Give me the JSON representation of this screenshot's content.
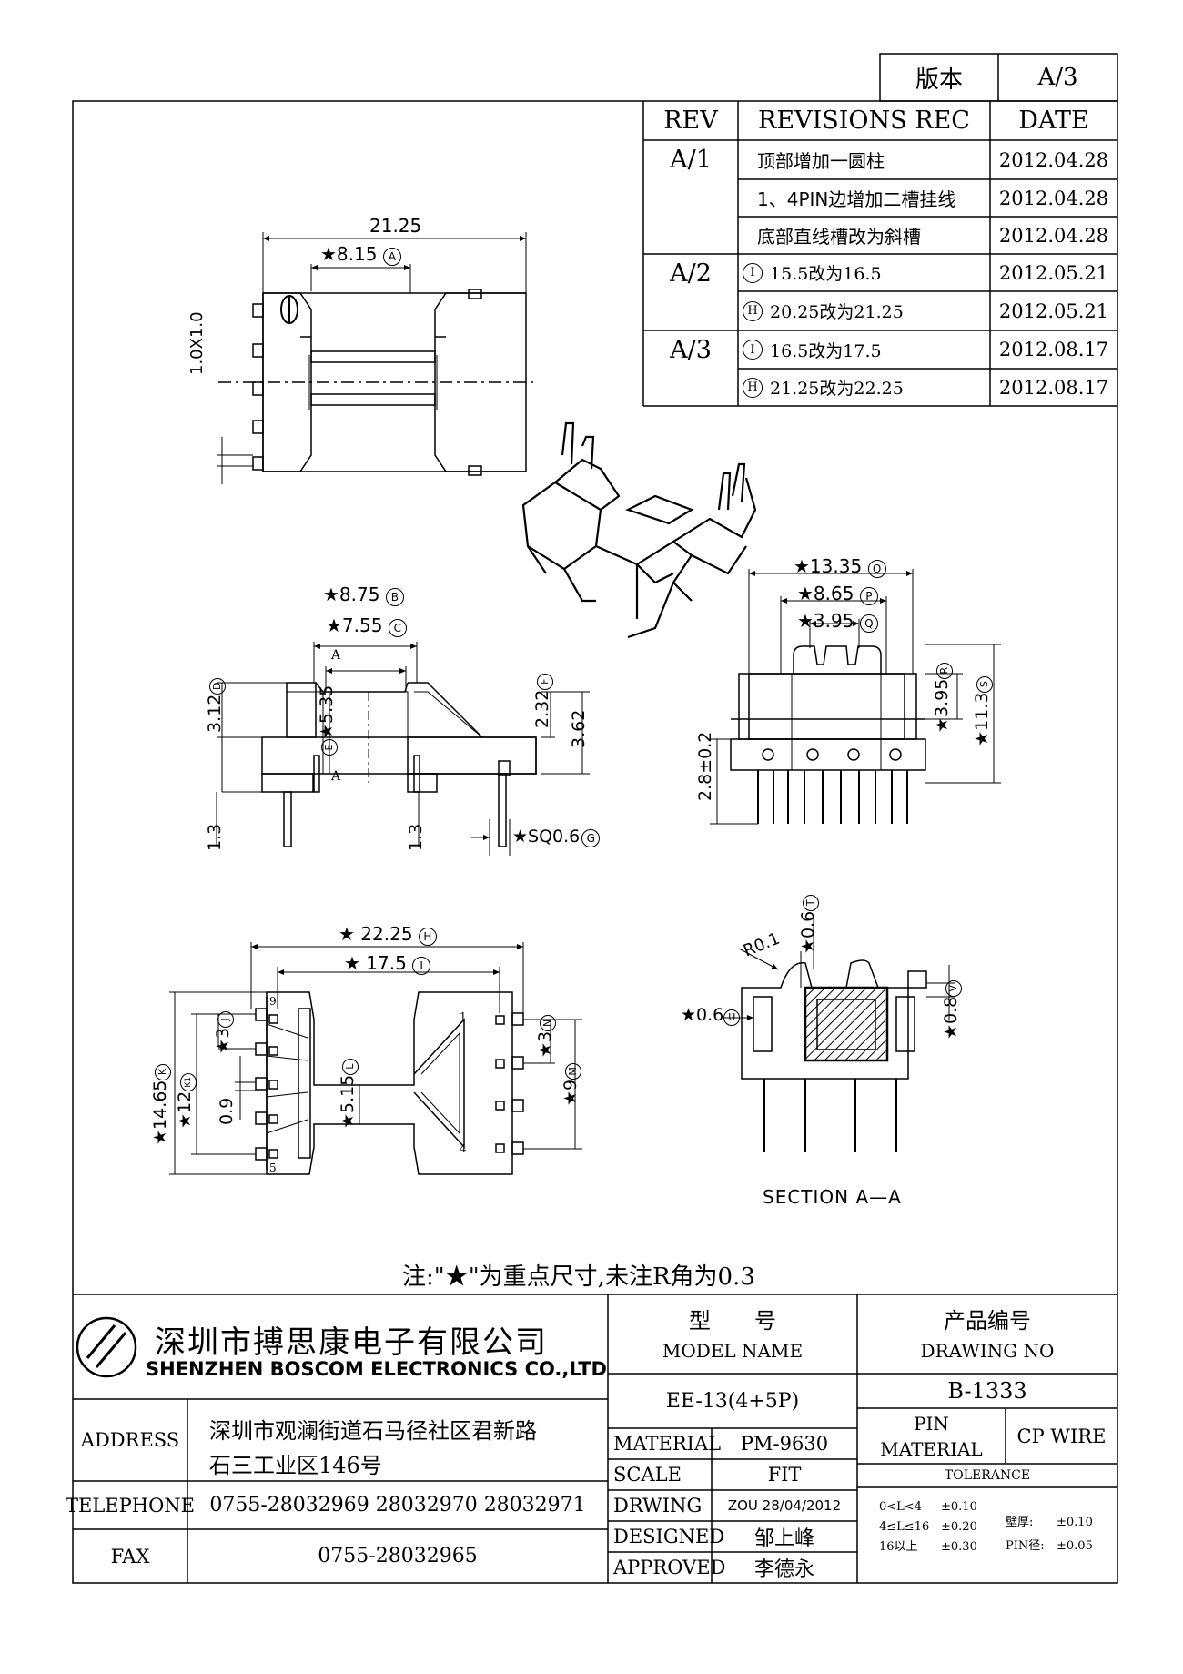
{
  "version_box": {
    "label": "版本",
    "value": "A/3"
  },
  "revisions": {
    "headers": {
      "rev": "REV",
      "rec": "REVISIONS REC",
      "date": "DATE"
    },
    "rows": [
      {
        "rev": "A/1",
        "mark": "",
        "text": "顶部增加一圆柱",
        "date": "2012.04.28"
      },
      {
        "rev": "",
        "mark": "",
        "text": "1、4PIN边增加二槽挂线",
        "date": "2012.04.28"
      },
      {
        "rev": "",
        "mark": "",
        "text": "底部直线槽改为斜槽",
        "date": "2012.04.28"
      },
      {
        "rev": "A/2",
        "mark": "I",
        "text": "15.5改为16.5",
        "date": "2012.05.21"
      },
      {
        "rev": "",
        "mark": "H",
        "text": "20.25改为21.25",
        "date": "2012.05.21"
      },
      {
        "rev": "A/3",
        "mark": "I",
        "text": "16.5改为17.5",
        "date": "2012.08.17"
      },
      {
        "rev": "",
        "mark": "H",
        "text": "21.25改为22.25",
        "date": "2012.08.17"
      }
    ]
  },
  "top_view": {
    "dim_width": "21.25",
    "dim_inner": "★8.15",
    "dim_inner_mark": "A",
    "dim_pitch": "1.0X1.0"
  },
  "front_view": {
    "dim_b": "★8.75",
    "mark_b": "B",
    "dim_c": "★7.55",
    "mark_c": "C",
    "dim_d": "3.12",
    "mark_d": "D",
    "dim_e": "★5.35",
    "mark_e": "E",
    "dim_f": "2.32",
    "mark_f": "F",
    "dim_362": "3.62",
    "dim_13_left": "1.3",
    "dim_13_mid": "1.3",
    "dim_sq": "★SQ0.6",
    "mark_g": "G",
    "section_a_top": "A",
    "section_a_bottom": "A"
  },
  "side_view": {
    "dim_o": "★13.35",
    "mark_o": "O",
    "dim_p": "★8.65",
    "mark_p": "P",
    "dim_q": "★3.95",
    "mark_q": "Q",
    "dim_r": "★3.95",
    "mark_r": "R",
    "dim_s": "★11.3",
    "mark_s": "S",
    "dim_28": "2.8±0.2"
  },
  "bottom_view": {
    "dim_h": "★ 22.25",
    "mark_h": "H",
    "dim_i": "★ 17.5",
    "mark_i": "I",
    "dim_k": "★14.65",
    "mark_k": "K",
    "dim_k1": "★12",
    "mark_k1": "K1",
    "dim_j": "★3",
    "mark_j": "J",
    "dim_09": "0.9",
    "dim_515": "★5.15",
    "mark_l": "L",
    "dim_n": "★3",
    "mark_n": "N",
    "dim_m": "★9",
    "mark_m": "M",
    "pin_9": "9",
    "pin_5": "5",
    "pin_1": "1",
    "pin_4": "4"
  },
  "section_view": {
    "dim_r": "R0.1",
    "dim_t": "★0.6",
    "mark_t": "T",
    "dim_u": "★0.6",
    "mark_u": "U",
    "dim_v": "★0.8",
    "mark_v": "V",
    "title": "SECTION A—A"
  },
  "note": "注:\"★\"为重点尺寸,未注R角为0.3",
  "title_block": {
    "company_cn": "深圳市搏思康电子有限公司",
    "company_en": "SHENZHEN BOSCOM ELECTRONICS CO.,LTD",
    "model_label_cn": "型　　号",
    "model_label_en": "MODEL NAME",
    "drawing_label_cn": "产品编号",
    "drawing_label_en": "DRAWING NO",
    "model_value": "EE-13(4+5P)",
    "drawing_value": "B-1333",
    "address_label": "ADDRESS",
    "address_line1": "深圳市观澜街道石马径社区君新路",
    "address_line2": "石三工业区146号",
    "telephone_label": "TELEPHONE",
    "telephone_value": "0755-28032969 28032970 28032971",
    "fax_label": "FAX",
    "fax_value": "0755-28032965",
    "material_label": "MATERIAL",
    "material_value": "PM-9630",
    "scale_label": "SCALE",
    "scale_value": "FIT",
    "drwing_label": "DRWING",
    "drwing_value": "ZOU 28/04/2012",
    "designed_label": "DESIGNED",
    "designed_value": "邹上峰",
    "approved_label": "APPROVED",
    "approved_value": "李德永",
    "pin_material_label_1": "PIN",
    "pin_material_label_2": "MATERIAL",
    "pin_material_value": "CP WIRE",
    "tolerance_label": "TOLERANCE",
    "tol_1_range": "0<L<4",
    "tol_1_value": "±0.10",
    "tol_2_range": "4≤L≤16",
    "tol_2_value": "±0.20",
    "tol_3_range": "16以上",
    "tol_3_value": "±0.30",
    "wall_label": "壁厚:",
    "wall_value": "±0.10",
    "pin_dia_label": "PIN径:",
    "pin_dia_value": "±0.05"
  }
}
